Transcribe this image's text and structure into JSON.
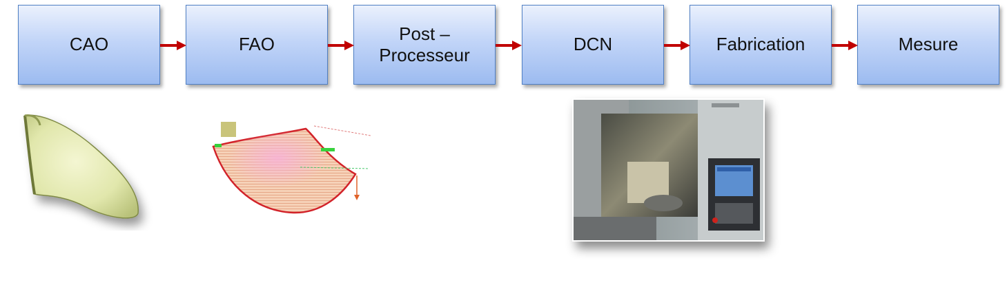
{
  "flow": {
    "steps": [
      {
        "label_1": "CAO",
        "label_2": ""
      },
      {
        "label_1": "FAO",
        "label_2": ""
      },
      {
        "label_1": "Post –",
        "label_2": "Processeur"
      },
      {
        "label_1": "DCN",
        "label_2": ""
      },
      {
        "label_1": "Fabrication",
        "label_2": ""
      },
      {
        "label_1": "Mesure",
        "label_2": ""
      }
    ]
  },
  "colors": {
    "box_border": "#4f7fc4",
    "box_top": "#ebf1fd",
    "box_bottom": "#9cbbf0",
    "arrow": "#c00000",
    "surface": "#e6ebb5",
    "toolpath": "#d2232a"
  },
  "images": {
    "cad_part": "cad-surface-render",
    "cam_part": "cam-toolpath-render",
    "machine": "cnc-machine-photo"
  }
}
